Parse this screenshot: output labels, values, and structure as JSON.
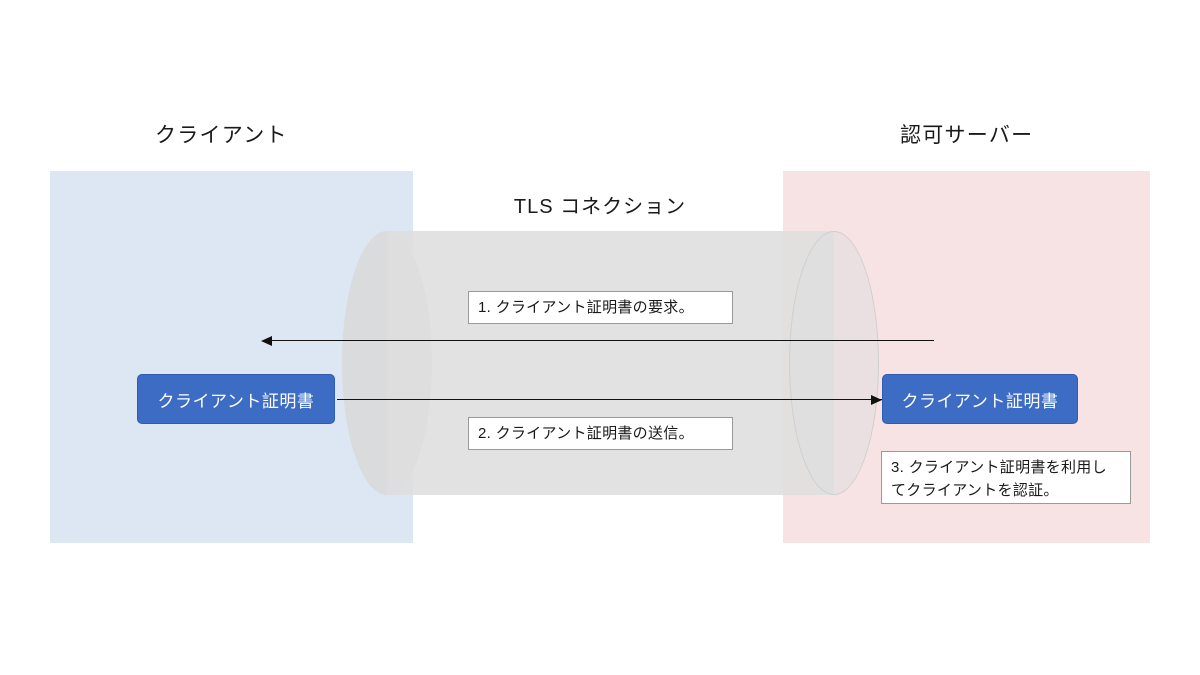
{
  "diagram": {
    "title_client": "クライアント",
    "title_server": "認可サーバー",
    "tunnel_label": "TLS コネクション",
    "colors": {
      "client_panel": "#dce7f3",
      "server_panel": "#f8e3e4",
      "tunnel": "#dedede",
      "certificate_box": "#3d6cc4",
      "certificate_box_border": "#2f5bb0",
      "arrow": "#111111",
      "callout_border": "#9a9a9a",
      "background": "#ffffff"
    }
  },
  "certificates": {
    "client_side_label": "クライアント証明書",
    "server_side_label": "クライアント証明書"
  },
  "steps": [
    {
      "id": "step-1",
      "text": "1. クライアント証明書の要求。",
      "direction": "server-to-client"
    },
    {
      "id": "step-2",
      "text": "2. クライアント証明書の送信。",
      "direction": "client-to-server"
    },
    {
      "id": "step-3",
      "text": "3. クライアント証明書を利用してクライアントを認証。",
      "direction": "server-internal"
    }
  ]
}
